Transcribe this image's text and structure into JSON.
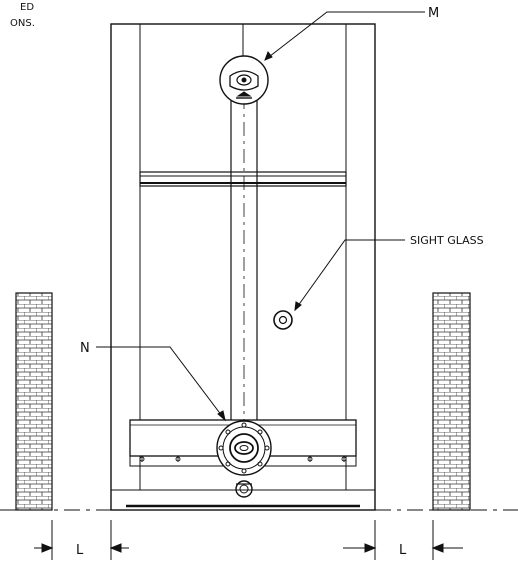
{
  "notes": {
    "line1": "ED",
    "line2": "ONS."
  },
  "callouts": {
    "m": "M",
    "n": "N",
    "sight_glass": "SIGHT GLASS"
  },
  "dimensions": {
    "left_clearance": "L",
    "right_clearance": "L"
  },
  "colors": {
    "line": "#111111",
    "brick": "#333333"
  }
}
